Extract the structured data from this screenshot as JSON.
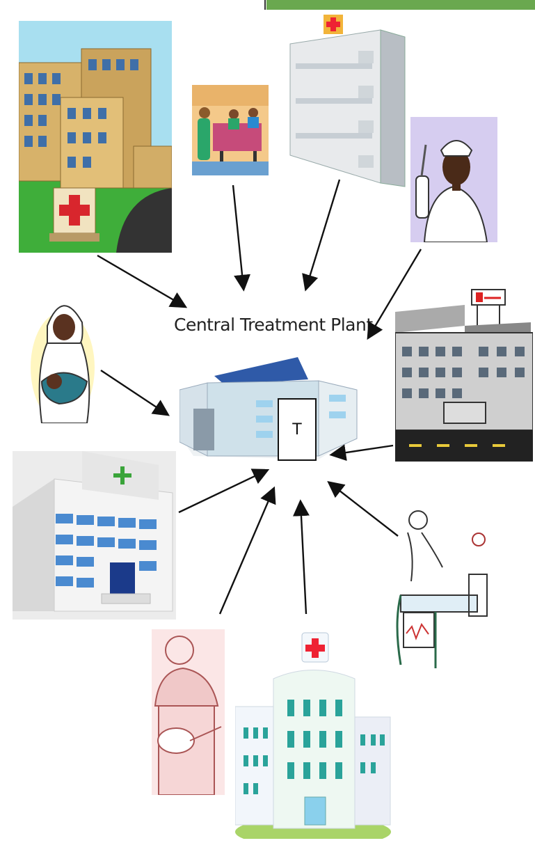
{
  "diagram": {
    "title": "Central Treatment Plant",
    "central_box_label": "T",
    "sources": [
      "hospital-campus-left",
      "surgery-ward",
      "hospital-tower",
      "nurse-with-syringe",
      "mother-with-baby",
      "city-hospital-right",
      "modern-hospital-left",
      "patient-bed-care",
      "dentist",
      "hospital-bottom"
    ]
  },
  "colors": {
    "arrow": "#111111",
    "top_banner": "#6aa84f",
    "roof": "#2f5aa8"
  }
}
